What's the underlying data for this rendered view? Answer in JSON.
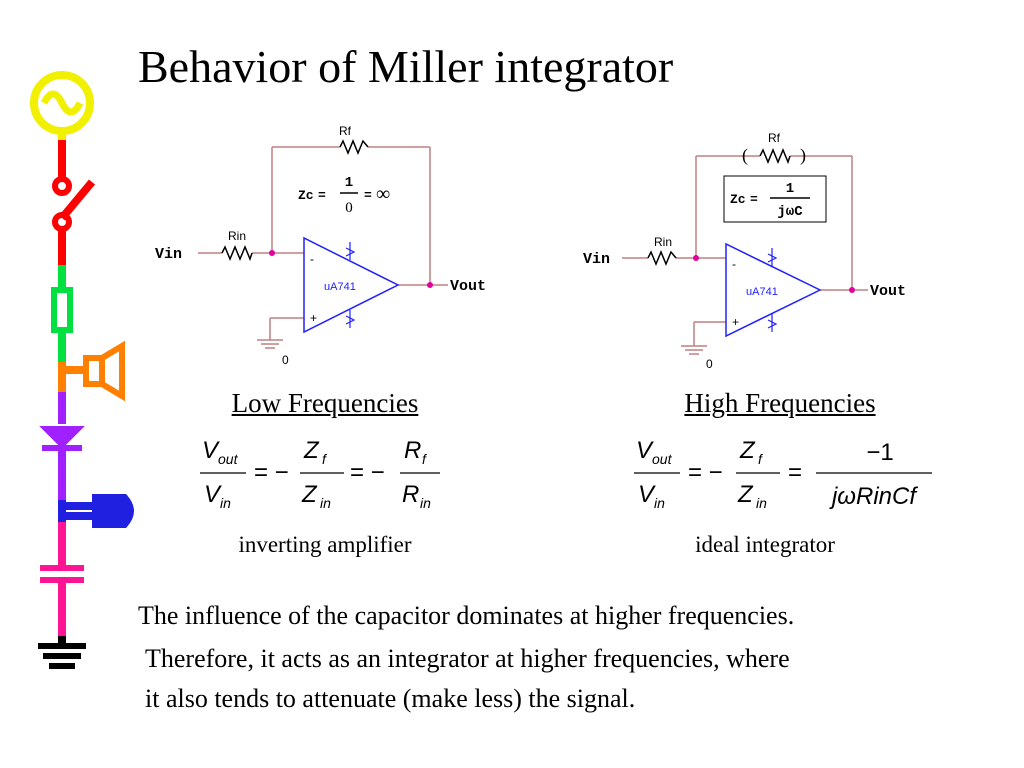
{
  "title": "Behavior of Miller integrator",
  "left_circuit": {
    "rf_label": "Rf",
    "rin_label": "Rin",
    "zc_lhs": "Zc",
    "zc_num": "1",
    "zc_den": "0",
    "zc_rhs": "∞",
    "vin_label": "Vin",
    "vout_label": "Vout",
    "opamp_label": "uA741",
    "ground_label": "0"
  },
  "right_circuit": {
    "rf_label": "Rf",
    "rin_label": "Rin",
    "zc_lhs": "Zc",
    "zc_num": "1",
    "zc_den": "jωC",
    "vin_label": "Vin",
    "vout_label": "Vout",
    "opamp_label": "uA741",
    "ground_label": "0"
  },
  "low": {
    "heading": "Low Frequencies",
    "caption": "inverting amplifier"
  },
  "high": {
    "heading": "High Frequencies",
    "caption": "ideal integrator",
    "rhs_num": "−1",
    "rhs_den": "jωRinCf"
  },
  "paragraph": {
    "line1": "The influence of the capacitor dominates at higher frequencies.",
    "line2": "Therefore, it acts as an integrator at higher frequencies, where",
    "line3": "it also tends to attenuate (make less) the signal."
  },
  "colors": {
    "schematic_wire": "#c08080",
    "opamp": "#2020ff",
    "node": "#e000a0",
    "sidebar": [
      "#f0f000",
      "#ff0000",
      "#00e040",
      "#ff8000",
      "#a020ff",
      "#2020e0",
      "#ff1493",
      "#000000"
    ]
  }
}
